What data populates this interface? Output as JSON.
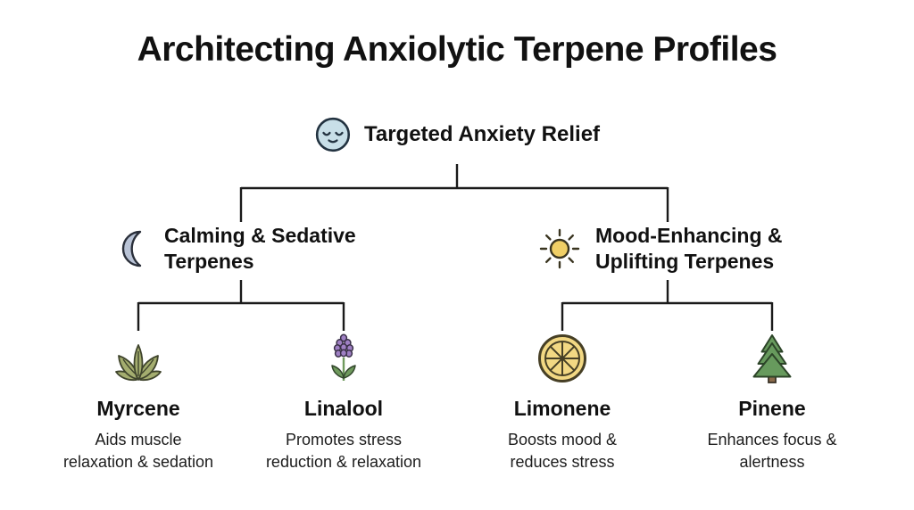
{
  "title": "Architecting Anxiolytic Terpene Profiles",
  "root": {
    "label": "Targeted Anxiety Relief",
    "icon": "calm-face-icon"
  },
  "branches": [
    {
      "label": "Calming & Sedative\nTerpenes",
      "icon": "crescent-moon-icon",
      "children": [
        {
          "name": "Myrcene",
          "icon": "herb-leaves-icon",
          "description": "Aids muscle\nrelaxation & sedation"
        },
        {
          "name": "Linalool",
          "icon": "lavender-flower-icon",
          "description": "Promotes stress\nreduction & relaxation"
        }
      ]
    },
    {
      "label": "Mood-Enhancing &\nUplifting Terpenes",
      "icon": "sun-icon",
      "children": [
        {
          "name": "Limonene",
          "icon": "citrus-slice-icon",
          "description": "Boosts mood &\nreduces stress"
        },
        {
          "name": "Pinene",
          "icon": "pine-tree-icon",
          "description": "Enhances focus &\nalertness"
        }
      ]
    }
  ],
  "colors": {
    "text": "#111111",
    "line": "#1a1a1a",
    "face_fill": "#c8dfe8",
    "moon_fill": "#b9c3d6",
    "sun_fill": "#f0cf66",
    "herb_fill": "#a4ad6f",
    "lavender_fill": "#9f80c4",
    "leaf_green": "#6f9a5d",
    "citrus_fill": "#f2d883",
    "pine_fill": "#679a5d",
    "trunk_fill": "#8a6a4a"
  }
}
